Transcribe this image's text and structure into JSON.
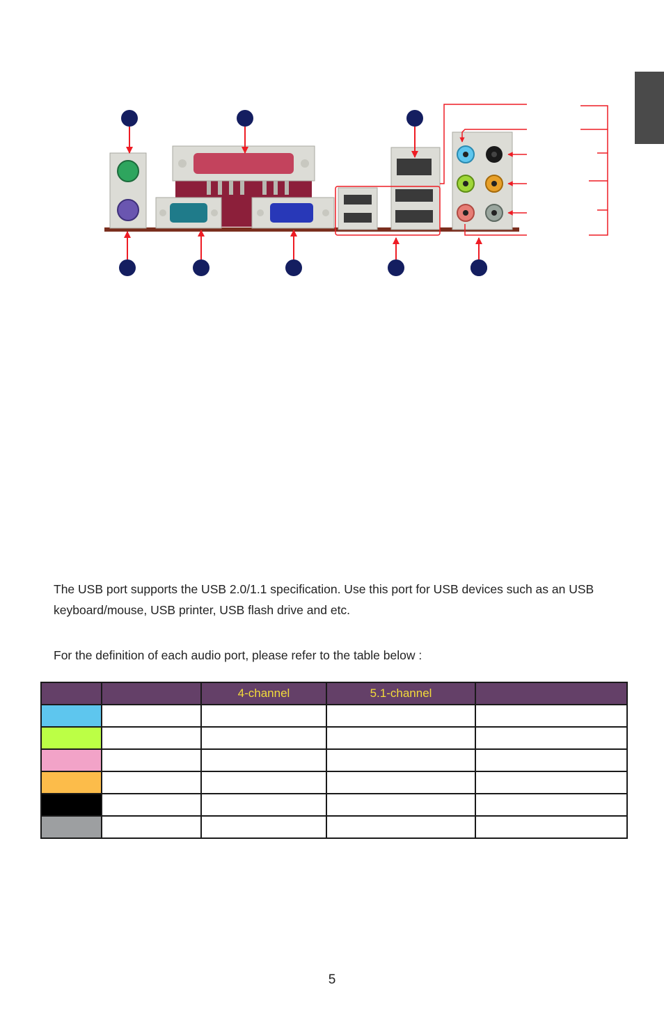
{
  "paragraphs": {
    "usb": "The USB port supports the USB 2.0/1.1 specification. Use this port for USB devices such as an USB keyboard/mouse, USB printer, USB flash drive and etc.",
    "audio_intro": "For the definition of each audio port, please refer to the table below :"
  },
  "table": {
    "headers": [
      "",
      "",
      "4-channel",
      "5.1-channel",
      ""
    ],
    "header_background": "#644068",
    "header_text_color": "#f3dc3a",
    "row_colors": [
      "#5ec6ee",
      "#bcff45",
      "#f2a3c8",
      "#fcbc4a",
      "#000000",
      "#9d9fa1"
    ]
  },
  "colors": {
    "side_tab": "#4a4a4a",
    "callout_dot": "#141e60",
    "callout_arrow": "#ee1c24"
  },
  "page_number": "5"
}
